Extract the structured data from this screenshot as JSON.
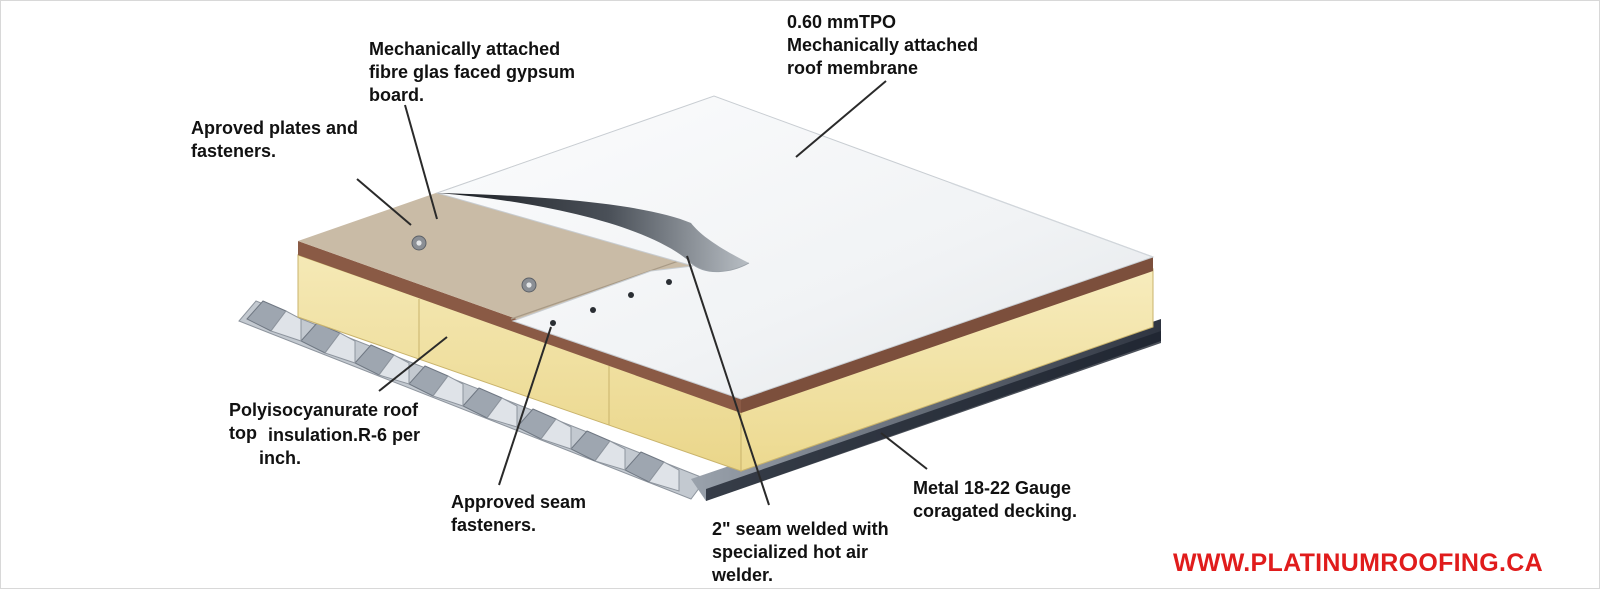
{
  "labels": {
    "gypsum": [
      "Mechanically attached",
      "fibre glas faced gypsum",
      "board."
    ],
    "membrane": [
      "0.60 mmTPO",
      "Mechanically attached",
      "roof membrane"
    ],
    "plates": [
      "Aproved plates and",
      "fasteners."
    ],
    "insulation": [
      "Polyisocyanurate roof",
      "top",
      "insulation.R-6 per",
      "inch."
    ],
    "seam_fasteners": [
      "Approved seam",
      "fasteners."
    ],
    "seam_weld": [
      "2\" seam welded with",
      "specialized hot air",
      "welder."
    ],
    "decking": [
      "Metal 18-22 Gauge",
      "coragated decking."
    ]
  },
  "watermark": "WWW.PLATINUMROOFING.CA",
  "colors": {
    "membrane": "#f4f6f8",
    "gypsum_board": "#c9bba6",
    "brown_layer": "#8a5a45",
    "insulation": "#f2e3a6",
    "metal_deck": "#b9c0c8",
    "watermark": "#e01c1c"
  }
}
